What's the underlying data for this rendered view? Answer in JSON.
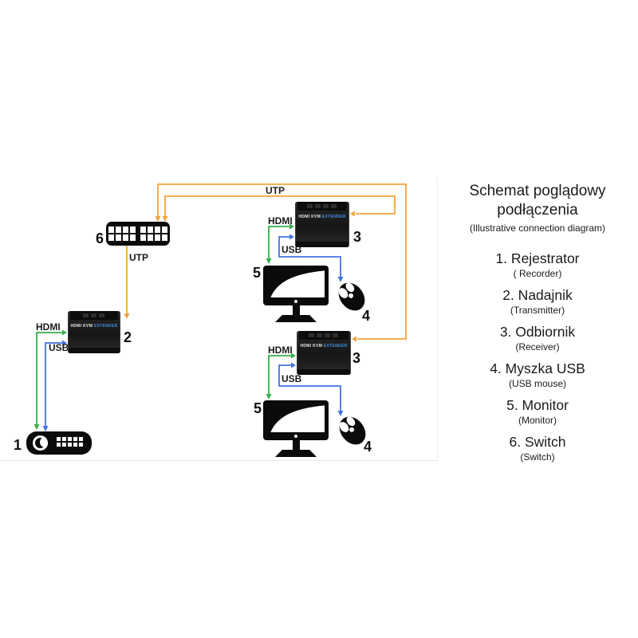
{
  "diagram": {
    "cable_labels": {
      "utp_top": "UTP",
      "utp_switch": "UTP",
      "hdmi_tx": "HDMI",
      "usb_tx": "USB",
      "hdmi_rx1": "HDMI",
      "usb_rx1": "USB",
      "hdmi_rx2": "HDMI",
      "usb_rx2": "USB"
    },
    "device_numbers": {
      "recorder": "1",
      "transmitter": "2",
      "receiver1": "3",
      "receiver2": "3",
      "mouse1": "4",
      "mouse2": "4",
      "monitor1": "5",
      "monitor2": "5",
      "switch": "6"
    },
    "device_face_text": {
      "brand": "HDMI KVM",
      "model": "EXTENDER"
    },
    "colors": {
      "utp_cable": "#F2A33C",
      "hdmi_cable": "#35AF4B",
      "usb_cable": "#4573E3"
    }
  },
  "legend": {
    "title": "Schemat poglądowy podłączenia",
    "subtitle": "(Illustrative connection diagram)",
    "items": [
      {
        "name": "1. Rejestrator",
        "translation": "( Recorder)"
      },
      {
        "name": "2. Nadajnik",
        "translation": "(Transmitter)"
      },
      {
        "name": "3. Odbiornik",
        "translation": "(Receiver)"
      },
      {
        "name": "4. Myszka USB",
        "translation": "(USB mouse)"
      },
      {
        "name": "5. Monitor",
        "translation": "(Monitor)"
      },
      {
        "name": "6. Switch",
        "translation": "(Switch)"
      }
    ]
  }
}
